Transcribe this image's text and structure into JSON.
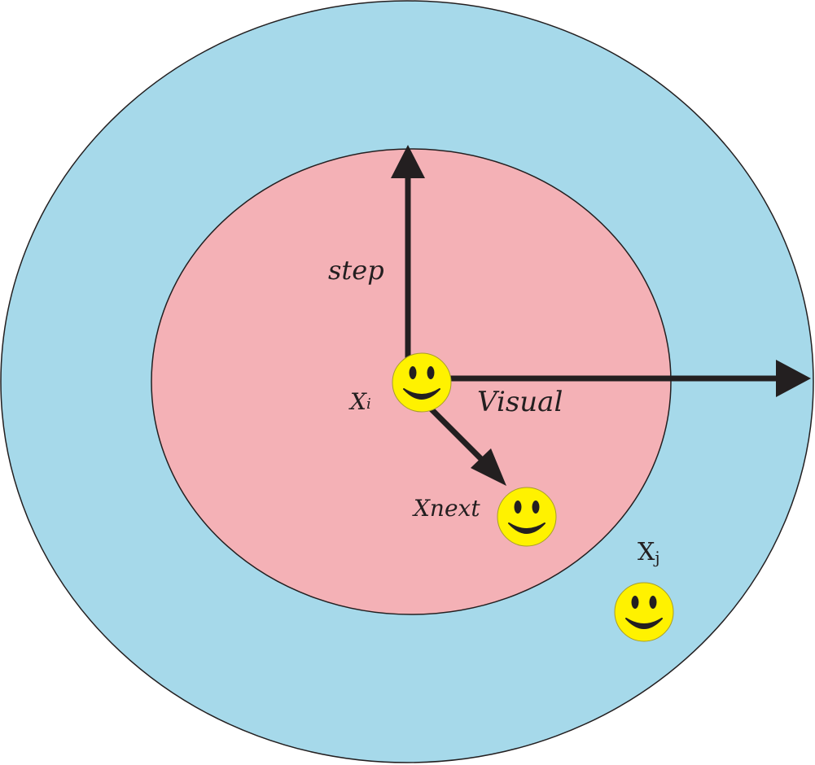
{
  "labels": {
    "step": "step",
    "visual": "Visual",
    "xi": "X",
    "xi_sub": "i",
    "xnext": "Xnext",
    "xj": "X",
    "xj_sub": "j"
  },
  "colors": {
    "outer_circle": "#a6d9ea",
    "inner_circle": "#f4b1b6",
    "arrow": "#231f20",
    "smiley_face": "#fff200",
    "smiley_features": "#231f20"
  },
  "icons": {
    "agent": "smiley-face-icon"
  }
}
